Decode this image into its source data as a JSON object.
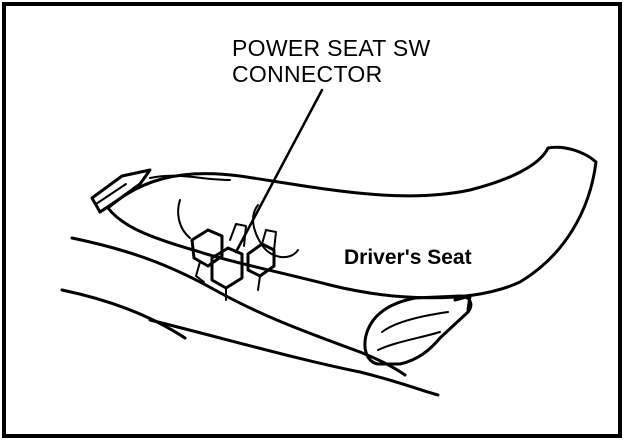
{
  "callout": {
    "line1": "POWER SEAT SW",
    "line2": "CONNECTOR"
  },
  "seat_label": "Driver's Seat",
  "colors": {
    "ink": "#000000",
    "paper": "#ffffff"
  }
}
